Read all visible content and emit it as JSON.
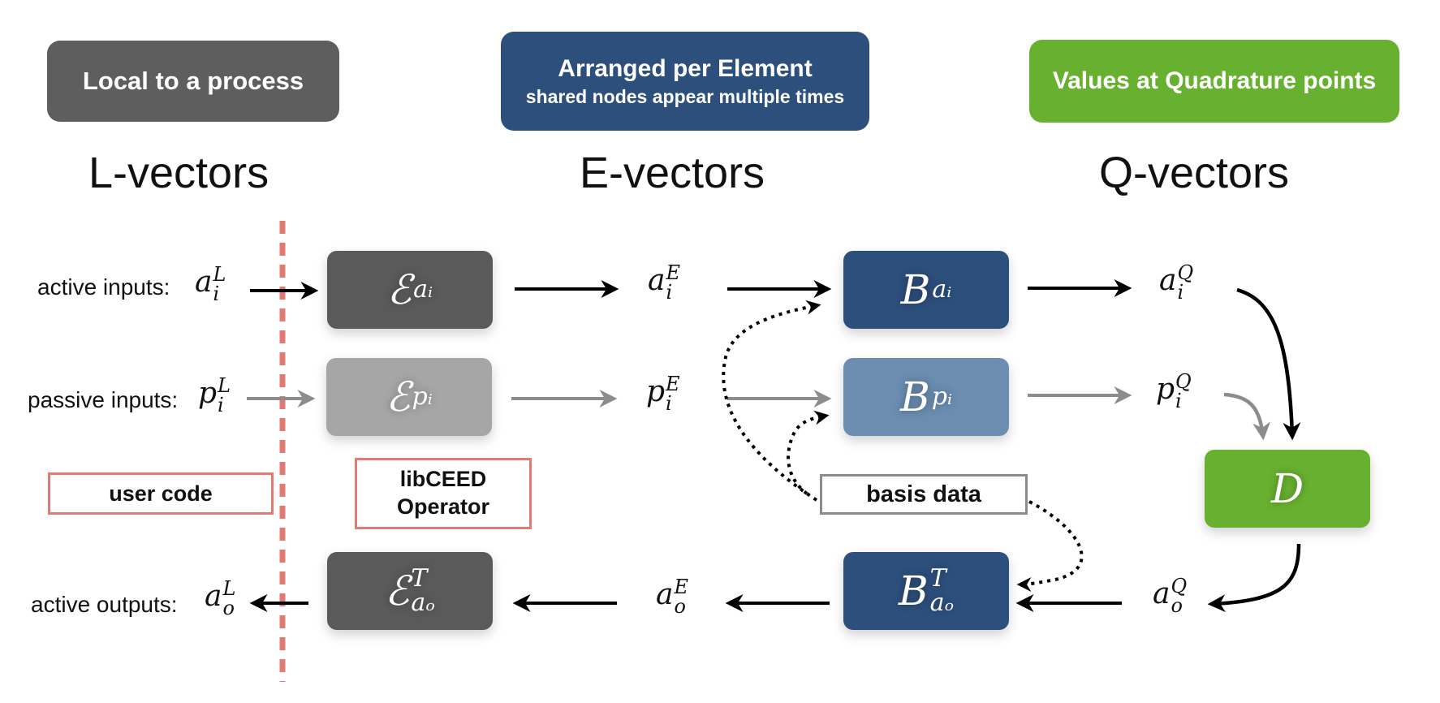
{
  "banners": {
    "local": {
      "text_bold": "Local",
      "text_rest": " to a process",
      "color": "#5e5e5e"
    },
    "element": {
      "line1_plain": "Arranged per ",
      "line1_bold": "Element",
      "line2": "shared nodes appear multiple times",
      "color": "#2d4f7c"
    },
    "quadrature": {
      "plain": "Values at ",
      "bold": "Quadrature",
      "plain2": " points",
      "color": "#68b130"
    }
  },
  "columns": {
    "l": "L-vectors",
    "e": "E-vectors",
    "q": "Q-vectors"
  },
  "rows": {
    "active_inputs": "active inputs:",
    "passive_inputs": "passive inputs:",
    "active_outputs": "active outputs:"
  },
  "symbols": {
    "a_i_L": {
      "base": "a",
      "sup": "L",
      "sub": "i"
    },
    "p_i_L": {
      "base": "p",
      "sup": "L",
      "sub": "i"
    },
    "a_o_L": {
      "base": "a",
      "sup": "L",
      "sub": "o"
    },
    "a_i_E": {
      "base": "a",
      "sup": "E",
      "sub": "i"
    },
    "p_i_E": {
      "base": "p",
      "sup": "E",
      "sub": "i"
    },
    "a_o_E": {
      "base": "a",
      "sup": "E",
      "sub": "o"
    },
    "a_i_Q": {
      "base": "a",
      "sup": "Q",
      "sub": "i"
    },
    "p_i_Q": {
      "base": "p",
      "sup": "Q",
      "sub": "i"
    },
    "a_o_Q": {
      "base": "a",
      "sup": "Q",
      "sub": "o"
    }
  },
  "operators": {
    "E_ai": {
      "base": "ℰ",
      "sup": "",
      "sub": "aᵢ",
      "color": "#5a5a5a"
    },
    "E_pi": {
      "base": "ℰ",
      "sup": "",
      "sub": "pᵢ",
      "color": "#a6a6a6"
    },
    "E_ao_T": {
      "base": "ℰ",
      "sup": "T",
      "sub": "aₒ",
      "color": "#5a5a5a"
    },
    "B_ai": {
      "base": "B",
      "sup": "",
      "sub": "aᵢ",
      "color": "#2d4f7c"
    },
    "B_pi": {
      "base": "B",
      "sup": "",
      "sub": "pᵢ",
      "color": "#6a8db0"
    },
    "B_ao_T": {
      "base": "B",
      "sup": "T",
      "sub": "aₒ",
      "color": "#2d4f7c"
    },
    "D": {
      "base": "D",
      "color": "#68b130"
    }
  },
  "label_boxes": {
    "user_code": "user code",
    "libceed_line1": "libCEED",
    "libceed_line2": "Operator",
    "basis_data": "basis data"
  },
  "colors": {
    "divider": "#e07a72",
    "active_arrow": "#000000",
    "passive_arrow": "#8c8c8c",
    "label_box_border_red": "#e07a72",
    "label_box_border_gray": "#8c8c8c"
  }
}
